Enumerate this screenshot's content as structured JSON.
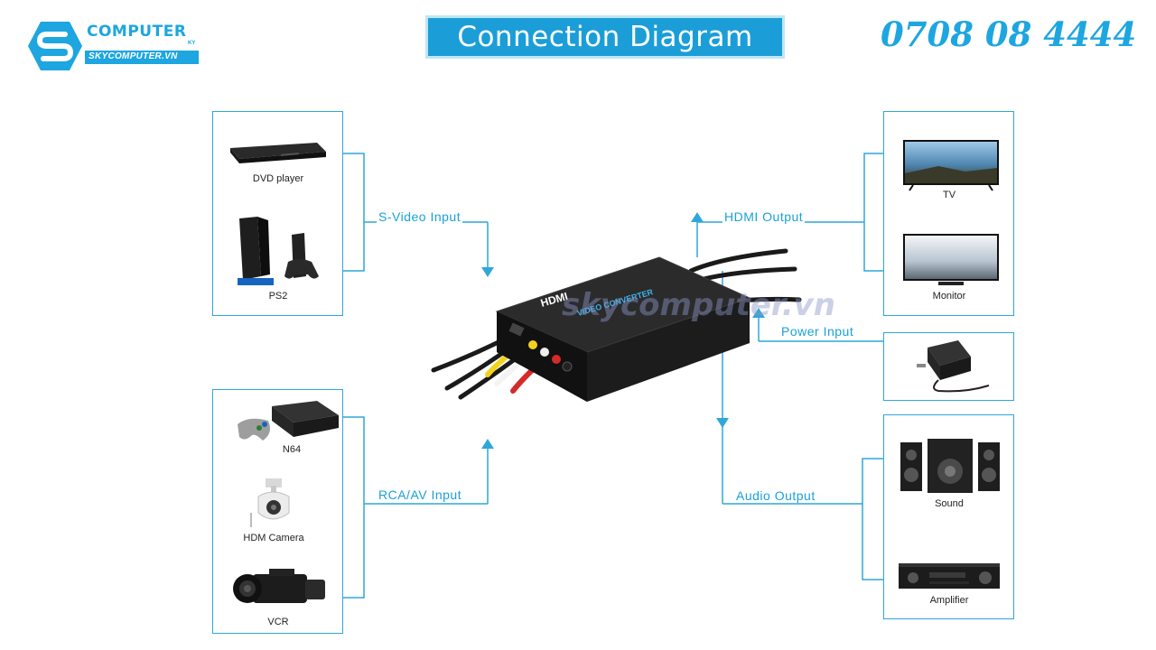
{
  "logo": {
    "brand": "COMPUTER",
    "sub": "KY",
    "url": "SKYCOMPUTER.VN"
  },
  "title": "Connection Diagram",
  "phone": "0708 08 4444",
  "watermark": "skycomputer.vn",
  "device_text": {
    "hdmi_logo": "HDMI",
    "product": "VIDEO CONVERTER"
  },
  "connections": {
    "svideo": "S-Video Input",
    "rca": "RCA/AV Input",
    "hdmi": "HDMI Output",
    "power": "Power Input",
    "audio": "Audio Output"
  },
  "devices": {
    "dvd": "DVD player",
    "ps2": "PS2",
    "n64": "N64",
    "camera": "HDM Camera",
    "vcr": "VCR",
    "tv": "TV",
    "monitor": "Monitor",
    "sound": "Sound",
    "amplifier": "Amplifier"
  },
  "colors": {
    "accent": "#1da6e0",
    "line": "#2fa7da"
  }
}
